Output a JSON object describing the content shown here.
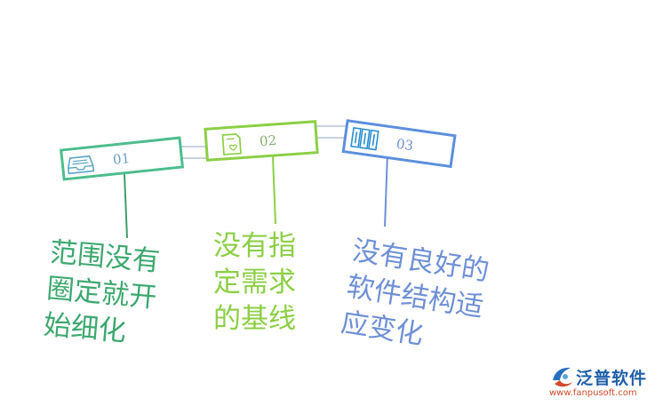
{
  "items": [
    {
      "number": "01",
      "text": "范围没有\n圈定就开\n始细化",
      "color": "#4dbd8e",
      "icon": "inbox-tray-icon"
    },
    {
      "number": "02",
      "text": "没有指\n定需求\n的基线",
      "color": "#8ccf45",
      "icon": "document-heart-icon"
    },
    {
      "number": "03",
      "text": "没有良好的\n软件结构适\n应变化",
      "color": "#5b8fdd",
      "icon": "server-racks-icon"
    }
  ],
  "logo": {
    "name": "泛普软件",
    "url": "www.fanpusoft.com",
    "colors": {
      "name": "#1f5fa8",
      "url": "#d24a2a"
    }
  }
}
